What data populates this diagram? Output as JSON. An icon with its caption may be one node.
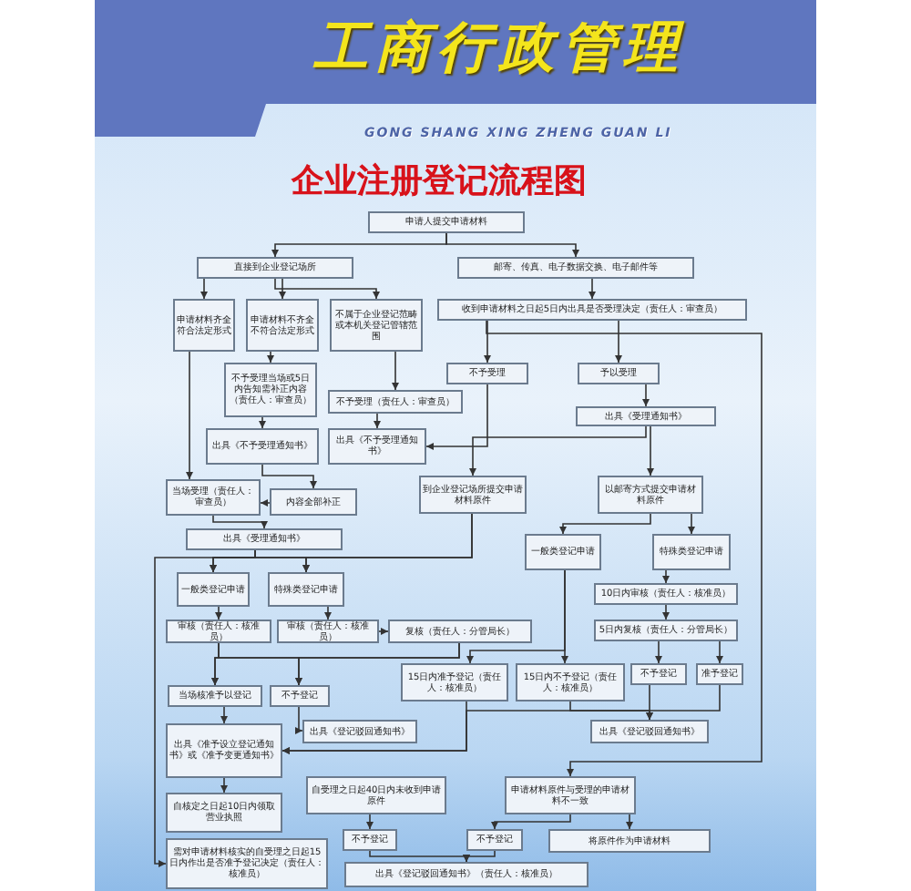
{
  "diagram": {
    "title": "企业注册登记流程图",
    "labels": [
      "工商行政管理",
      "GONG SHANG XING ZHENG GUAN LI"
    ],
    "nodes": [
      {
        "text": [
          "申请人提交申请材料"
        ]
      },
      {
        "text": [
          "直接到企业登记场所"
        ]
      },
      {
        "text": [
          "邮寄、传真、电子数据交换、电子邮件等"
        ]
      },
      {
        "text": [
          "申请材料齐全符合法定形式"
        ]
      },
      {
        "text": [
          "申请材料不齐全不符合法定形式"
        ]
      },
      {
        "text": [
          "不属于企业登记范畴或本机关登记管辖范围"
        ]
      },
      {
        "text": [
          "收到申请材料之日起5日内出具是否受理决定（责任人：审查员）"
        ]
      },
      {
        "text": [
          "不予受理当场或5日内告知需补正内容（责任人：审查员）"
        ]
      },
      {
        "text": [
          "不予受理（责任人：审查员）"
        ]
      },
      {
        "text": [
          "不予受理"
        ]
      },
      {
        "text": [
          "予以受理"
        ]
      },
      {
        "text": [
          "出具《不予受理通知书》"
        ]
      },
      {
        "text": [
          "出具《不予受理通知书》"
        ]
      },
      {
        "text": [
          "出具《受理通知书》"
        ]
      },
      {
        "text": [
          "当场受理（责任人：审查员）"
        ]
      },
      {
        "text": [
          "内容全部补正"
        ]
      },
      {
        "text": [
          "到企业登记场所提交申请材料原件"
        ]
      },
      {
        "text": [
          "以邮寄方式提交申请材料原件"
        ]
      },
      {
        "text": [
          "出具《受理通知书》"
        ]
      },
      {
        "text": [
          "一般类登记申请"
        ]
      },
      {
        "text": [
          "特殊类登记申请"
        ]
      },
      {
        "text": [
          "一般类登记申请"
        ]
      },
      {
        "text": [
          "特殊类登记申请"
        ]
      },
      {
        "text": [
          "审核（责任人：核准员）"
        ]
      },
      {
        "text": [
          "审核（责任人：核准员）"
        ]
      },
      {
        "text": [
          "复核（责任人：分管局长）"
        ]
      },
      {
        "text": [
          "10日内审核（责任人：核准员）"
        ]
      },
      {
        "text": [
          "5日内复核（责任人：分管局长）"
        ]
      },
      {
        "text": [
          "15日内准予登记（责任人：核准员）"
        ]
      },
      {
        "text": [
          "15日内不予登记（责任人：核准员）"
        ]
      },
      {
        "text": [
          "不予登记"
        ]
      },
      {
        "text": [
          "准予登记"
        ]
      },
      {
        "text": [
          "当场核准予以登记"
        ]
      },
      {
        "text": [
          "不予登记"
        ]
      },
      {
        "text": [
          "出具《登记驳回通知书》"
        ]
      },
      {
        "text": [
          "出具《登记驳回通知书》"
        ]
      },
      {
        "text": [
          "出具《准予设立登记通知书》或《准予变更通知书》"
        ]
      },
      {
        "text": [
          "自核定之日起10日内领取营业执照"
        ]
      },
      {
        "text": [
          "自受理之日起40日内未收到申请原件"
        ]
      },
      {
        "text": [
          "申请材料原件与受理的申请材料不一致"
        ]
      },
      {
        "text": [
          "需对申请材料核实的自受理之日起15日内作出是否准予登记决定（责任人：核准员）"
        ]
      },
      {
        "text": [
          "不予登记"
        ]
      },
      {
        "text": [
          "不予登记"
        ]
      },
      {
        "text": [
          "将原件作为申请材料"
        ]
      },
      {
        "text": [
          "出具《登记驳回通知书》（责任人：核准员）"
        ]
      }
    ],
    "edges": [
      {
        "from": 0,
        "to": 1,
        "arrow": "to"
      },
      {
        "from": 0,
        "to": 2,
        "arrow": "to"
      },
      {
        "from": 1,
        "to": 3,
        "arrow": "to"
      },
      {
        "from": 1,
        "to": 4,
        "arrow": "to"
      },
      {
        "from": 1,
        "to": 5,
        "arrow": "to"
      },
      {
        "from": 2,
        "to": 6,
        "arrow": "to"
      },
      {
        "from": 6,
        "to": 9,
        "arrow": "to"
      },
      {
        "from": 6,
        "to": 10,
        "arrow": "to"
      },
      {
        "from": 6,
        "to": 39,
        "arrow": "to"
      },
      {
        "from": 4,
        "to": 7,
        "arrow": "to"
      },
      {
        "from": 7,
        "to": 11,
        "arrow": "to"
      },
      {
        "from": 5,
        "to": 8,
        "arrow": "to"
      },
      {
        "from": 8,
        "to": 12,
        "arrow": "to"
      },
      {
        "from": 9,
        "to": 12,
        "arrow": "to"
      },
      {
        "from": 10,
        "to": 13,
        "arrow": "to"
      },
      {
        "from": 3,
        "to": 14,
        "arrow": "to"
      },
      {
        "from": 11,
        "to": 15,
        "arrow": "to"
      },
      {
        "from": 15,
        "to": 14,
        "arrow": "to"
      },
      {
        "from": 13,
        "to": 16,
        "arrow": "to"
      },
      {
        "from": 13,
        "to": 17,
        "arrow": "to"
      },
      {
        "from": 14,
        "to": 18,
        "arrow": "to"
      },
      {
        "from": 18,
        "to": 19,
        "arrow": "to"
      },
      {
        "from": 18,
        "to": 20,
        "arrow": "to"
      },
      {
        "from": 18,
        "to": 40,
        "arrow": "to"
      },
      {
        "from": 16,
        "to": 19,
        "arrow": "to"
      },
      {
        "from": 16,
        "to": 20,
        "arrow": "to"
      },
      {
        "from": 17,
        "to": 21,
        "arrow": "to"
      },
      {
        "from": 17,
        "to": 22,
        "arrow": "to"
      },
      {
        "from": 19,
        "to": 23,
        "arrow": "to"
      },
      {
        "from": 20,
        "to": 24,
        "arrow": "to"
      },
      {
        "from": 24,
        "to": 25,
        "arrow": "to"
      },
      {
        "from": 22,
        "to": 26,
        "arrow": "to"
      },
      {
        "from": 26,
        "to": 27,
        "arrow": "to"
      },
      {
        "from": 23,
        "to": 32,
        "arrow": "to"
      },
      {
        "from": 23,
        "to": 33,
        "arrow": "to"
      },
      {
        "from": 25,
        "to": 32,
        "arrow": "to"
      },
      {
        "from": 25,
        "to": 33,
        "arrow": "to"
      },
      {
        "from": 21,
        "to": 28,
        "arrow": "to"
      },
      {
        "from": 21,
        "to": 29,
        "arrow": "to"
      },
      {
        "from": 27,
        "to": 30,
        "arrow": "to"
      },
      {
        "from": 27,
        "to": 31,
        "arrow": "to"
      },
      {
        "from": 33,
        "to": 34,
        "arrow": "to"
      },
      {
        "from": 29,
        "to": 35,
        "arrow": "to"
      },
      {
        "from": 30,
        "to": 35,
        "arrow": "to"
      },
      {
        "from": 32,
        "to": 36,
        "arrow": "to"
      },
      {
        "from": 28,
        "to": 36,
        "arrow": "to"
      },
      {
        "from": 31,
        "to": 36,
        "arrow": "to"
      },
      {
        "from": 36,
        "to": 37,
        "arrow": "to"
      },
      {
        "from": 38,
        "to": 41,
        "arrow": "to"
      },
      {
        "from": 39,
        "to": 42,
        "arrow": "to"
      },
      {
        "from": 39,
        "to": 43,
        "arrow": "to"
      },
      {
        "from": 41,
        "to": 44,
        "arrow": "to"
      },
      {
        "from": 42,
        "to": 44,
        "arrow": "to"
      }
    ]
  }
}
